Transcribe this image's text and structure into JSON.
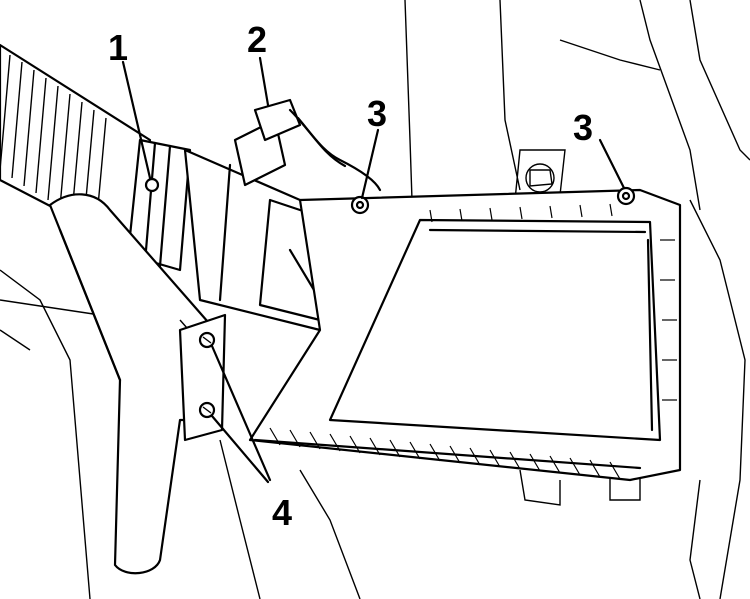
{
  "callouts": {
    "c1": "1",
    "c2": "2",
    "c3a": "3",
    "c3b": "3",
    "c4": "4"
  },
  "colors": {
    "line": "#000000",
    "background": "#ffffff"
  }
}
